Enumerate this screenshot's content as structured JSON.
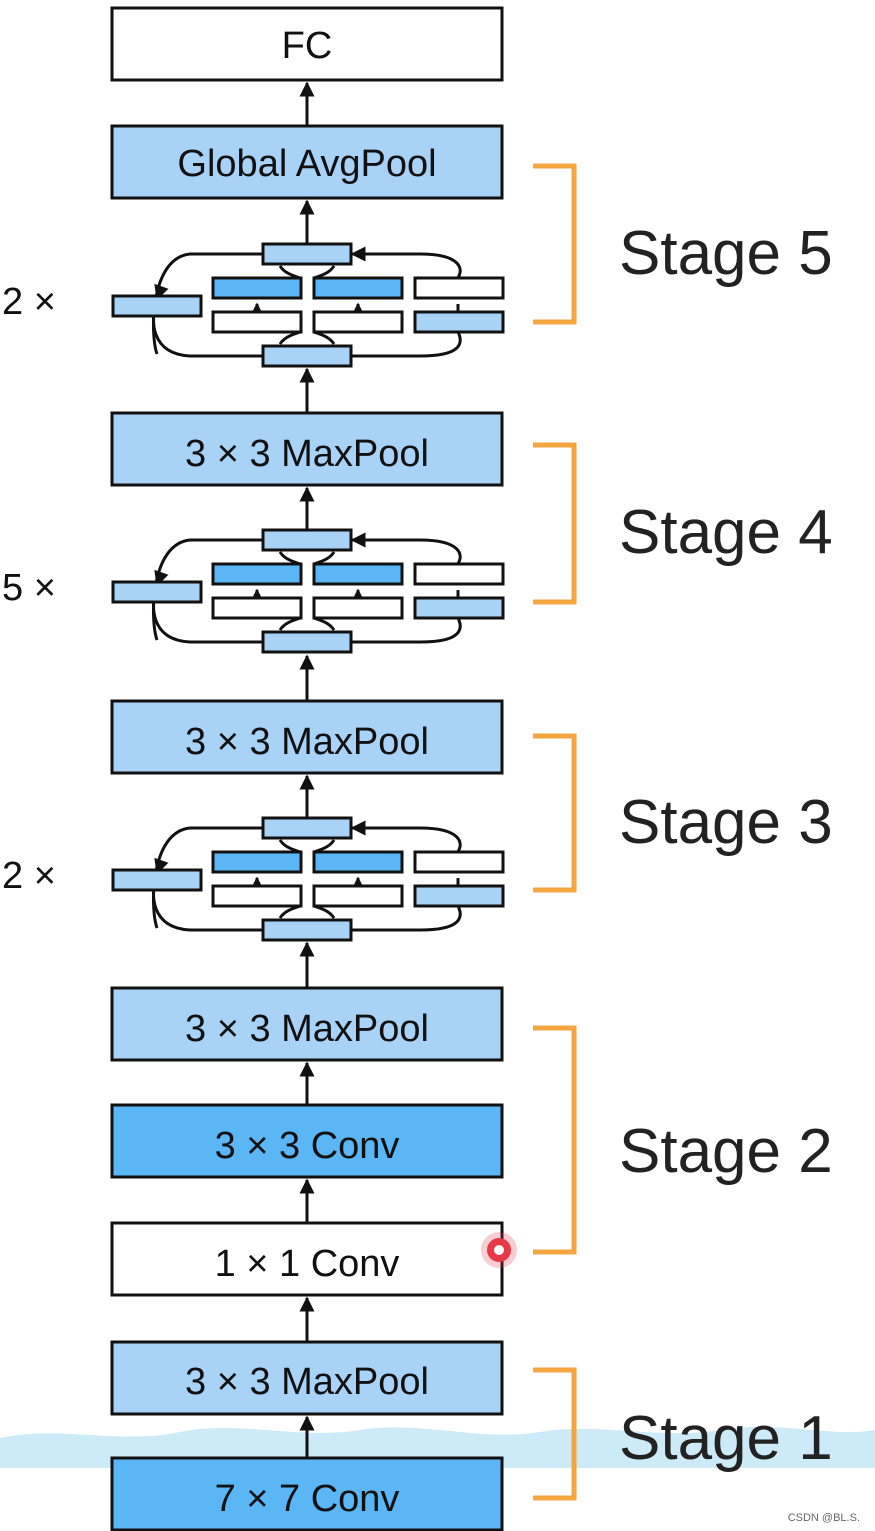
{
  "colors": {
    "light_blue": "#a9d2f7",
    "mid_blue": "#5ab6f5",
    "white": "#ffffff",
    "bracket": "#f5a540",
    "border": "#111111",
    "cursor": "#e63946"
  },
  "blocks": {
    "fc": "FC",
    "global_avgpool": "Global AvgPool",
    "maxpool_stage4": "3 × 3 MaxPool",
    "maxpool_stage3": "3 × 3 MaxPool",
    "maxpool_stage2": "3 × 3 MaxPool",
    "conv3x3_stage2": "3 × 3 Conv",
    "conv1x1_stage2": "1 × 1 Conv",
    "maxpool_stage1": "3 × 3 MaxPool",
    "conv7x7_stage1": "7 × 7 Conv"
  },
  "inception_repeats": {
    "stage5": "2 ×",
    "stage4": "5 ×",
    "stage3": "2 ×"
  },
  "stages": {
    "stage5": "Stage 5",
    "stage4": "Stage 4",
    "stage3": "Stage 3",
    "stage2": "Stage 2",
    "stage1": "Stage 1"
  },
  "watermark": "CSDN @BL.S."
}
